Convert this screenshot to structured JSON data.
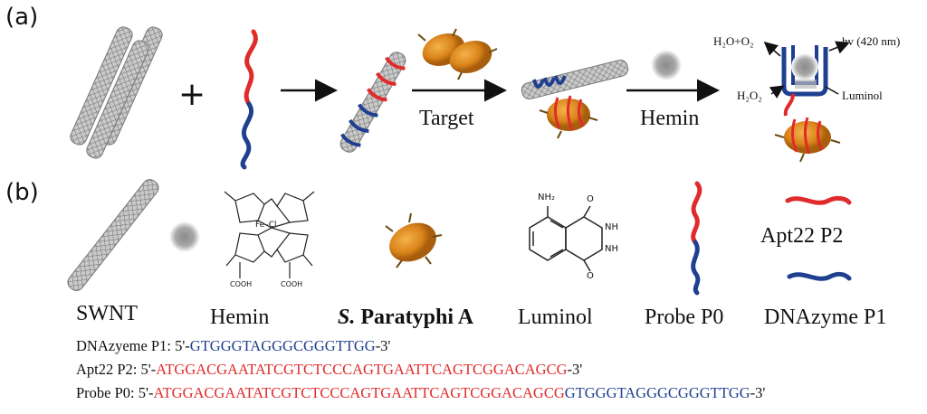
{
  "panels": {
    "a": "(a)",
    "b": "(b)"
  },
  "scheme_a": {
    "plus": "+",
    "target": "Target",
    "hemin": "Hemin",
    "h2o_o2": "H₂O+O₂",
    "h2o2": "H₂O₂",
    "hv": "hv (420 nm)",
    "luminol": "Luminol"
  },
  "legend": {
    "swnt": "SWNT",
    "hemin": "Hemin",
    "bacteria_italic": "S.",
    "bacteria_rest": "Paratyphi A",
    "luminol": "Luminol",
    "probe": "Probe P0",
    "apt": "Apt22 P2",
    "dnazyme": "DNAzyme P1",
    "hemin_struct": {
      "fe_cl": "Fe–Cl",
      "cooh1": "COOH",
      "cooh2": "COOH"
    },
    "luminol_struct": {
      "nh2": "NH₂",
      "o1": "O",
      "o2": "O",
      "nh1": "NH",
      "nh2b": "NH"
    }
  },
  "sequences": {
    "dnazyme_prefix": "DNAzyeme P1: 5'-",
    "dnazyme_seq": "GTGGGTAGGGCGGGTTGG",
    "dnazyme_suffix": "-3'",
    "apt_prefix": "Apt22 P2: 5'-",
    "apt_seq": "ATGGACGAATATCGTCTCCCAGTGAATTCAGTCGGACAGCG",
    "apt_suffix": "-3'",
    "probe_prefix": "Probe  P0: 5'-",
    "probe_seq_red": "ATGGACGAATATCGTCTCCCAGTGAATTCAGTCGGACAGCG",
    "probe_seq_blue": "GTGGGTAGGGCGGGTTGG",
    "probe_suffix": "-3'"
  },
  "colors": {
    "red": "#e02b2b",
    "blue": "#1f3f8f",
    "tube": "#9a9a9a",
    "bacteria": "#d98a1a",
    "hemin": "#9b9b9b"
  }
}
